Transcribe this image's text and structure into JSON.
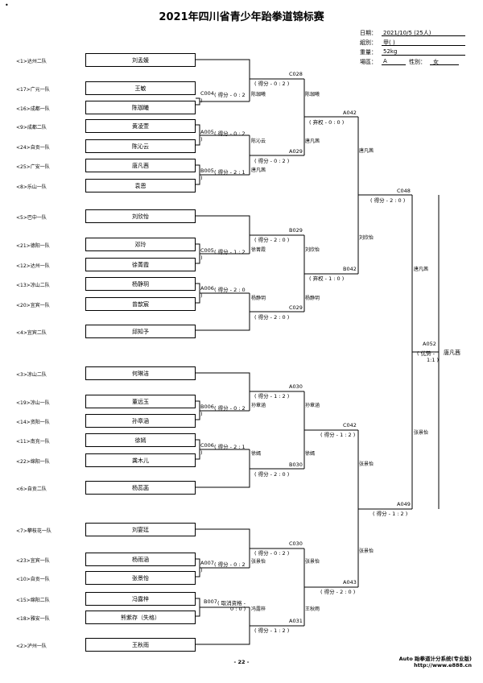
{
  "title": "2021年四川省青少年跆拳道锦标赛",
  "corner_mark": "•",
  "info": {
    "date_label": "日期：",
    "date_value": "2021/10/5  (25人)",
    "group_label": "組別：",
    "group_value": "甲( )",
    "weight_label": "重量：",
    "weight_value": "52kg",
    "court_label": "場區：",
    "court_value": "A",
    "gender_label": "性別：",
    "gender_value": "女"
  },
  "entrants": [
    {
      "seed": "<1>达州二队",
      "name": "刘孟媛"
    },
    {
      "seed": "<17>广元一队",
      "name": "王敏"
    },
    {
      "seed": "<16>成都一队",
      "name": "陈珈曦"
    },
    {
      "seed": "<9>成都二队",
      "name": "黄凌萱"
    },
    {
      "seed": "<24>自贡一队",
      "name": "陈沁云"
    },
    {
      "seed": "<25>广安一队",
      "name": "唐凡茜"
    },
    {
      "seed": "<8>乐山一队",
      "name": "袁恩"
    },
    {
      "seed": "<5>巴中一队",
      "name": "刘欣怡"
    },
    {
      "seed": "<21>德阳一队",
      "name": "邓玲"
    },
    {
      "seed": "<12>达州一队",
      "name": "徐菁霞"
    },
    {
      "seed": "<13>凉山二队",
      "name": "杨静玥"
    },
    {
      "seed": "<20>宜宾一队",
      "name": "曾歆宸"
    },
    {
      "seed": "<4>宜宾二队",
      "name": "邱知予"
    },
    {
      "seed": "<3>凉山二队",
      "name": "何琳洁"
    },
    {
      "seed": "<19>凉山一队",
      "name": "董远玉"
    },
    {
      "seed": "<14>资阳一队",
      "name": "孙章涵"
    },
    {
      "seed": "<11>南充一队",
      "name": "徐嫣"
    },
    {
      "seed": "<22>绵阳一队",
      "name": "龚木儿"
    },
    {
      "seed": "<6>自贡二队",
      "name": "杨蕊菡"
    },
    {
      "seed": "<7>攀枝花一队",
      "name": "刘宴廷"
    },
    {
      "seed": "<23>宜宾一队",
      "name": "杨雨涵"
    },
    {
      "seed": "<10>自贡一队",
      "name": "张景怡"
    },
    {
      "seed": "<15>绵阳二队",
      "name": "冯露梓"
    },
    {
      "seed": "<18>雅安一队",
      "name": "熊紫存（失格）"
    },
    {
      "seed": "<2>泸州一队",
      "name": "王秋雨"
    }
  ],
  "matches": {
    "c004": {
      "code": "C004",
      "result": "( 得分 - 0 : 2",
      "close": ")",
      "winner": "陈珈曦"
    },
    "a005": {
      "code": "A005",
      "result": "( 得分 - 0 : 2",
      "close": ")",
      "winner": "陈沁云"
    },
    "b005": {
      "code": "B005",
      "result": "( 得分 - 2 : 1",
      "close": ")",
      "winner": "唐凡茜"
    },
    "c028": {
      "code": "C028",
      "result": "( 得分 - 0 : 2 )",
      "winner": "陈珈曦"
    },
    "a029": {
      "code": "A029",
      "result": "( 得分 - 0 : 2 )",
      "winner": "唐凡茜"
    },
    "a042": {
      "code": "A042",
      "result": "( 弃权 - 0 : 0 )",
      "winner": "唐凡茜"
    },
    "c005": {
      "code": "C005",
      "result": "( 得分 - 1 : 2",
      "close": ")",
      "winner": "徐菁霞"
    },
    "a006": {
      "code": "A006",
      "result": "( 得分 - 2 : 0",
      "close": ")",
      "winner": "杨静玥"
    },
    "b029": {
      "code": "B029",
      "result": "( 得分 - 2 : 0 )",
      "winner": "刘欣怡"
    },
    "c029": {
      "code": "C029",
      "result": "( 得分 - 2 : 0 )",
      "winner": "杨静玥"
    },
    "b042": {
      "code": "B042",
      "result": "( 弃权 - 1 : 0 )",
      "winner": "刘欣怡"
    },
    "c048": {
      "code": "C048",
      "result": "( 得分 - 2 : 0 )",
      "winner": "唐凡茜"
    },
    "b006": {
      "code": "B006",
      "result": "( 得分 - 0 : 2",
      "close": ")",
      "winner": "孙章涵"
    },
    "c006": {
      "code": "C006",
      "result": "( 得分 - 2 : 1",
      "close": ")",
      "winner": "徐嫣"
    },
    "a030": {
      "code": "A030",
      "result": "( 得分 - 1 : 2 )",
      "winner": "孙章涵"
    },
    "b030": {
      "code": "B030",
      "result": "( 得分 - 2 : 0 )",
      "winner": "徐嫣"
    },
    "c042": {
      "code": "C042",
      "result": "( 得分 - 1 : 2 )",
      "winner": "张景怡"
    },
    "a007": {
      "code": "A007",
      "result": "( 得分 - 0 : 2",
      "close": ")",
      "winner": "张景怡"
    },
    "b007": {
      "code": "B007",
      "result": "( 取消资格 -",
      "close": "0 : 0 )",
      "winner": "冯露梓"
    },
    "c030": {
      "code": "C030",
      "result": "( 得分 - 0 : 2 )",
      "winner": "张景怡"
    },
    "a031": {
      "code": "A031",
      "result": "( 得分 - 1 : 2 )",
      "winner": "王秋雨"
    },
    "a043": {
      "code": "A043",
      "result": "( 得分 - 2 : 0 )",
      "winner": "张景怡"
    },
    "a049": {
      "code": "A049",
      "result": "( 得分 - 1 : 2 )",
      "winner": "张景怡"
    },
    "a052": {
      "code": "A052",
      "result_1": "( 优势 -",
      "result_2": "1:1 )",
      "winner": "唐凡茜"
    }
  },
  "footer": {
    "page": "- 22 -",
    "brand": "Auto 跆拳道计分系统(专业版)",
    "url": "http://www.e888.cn"
  }
}
